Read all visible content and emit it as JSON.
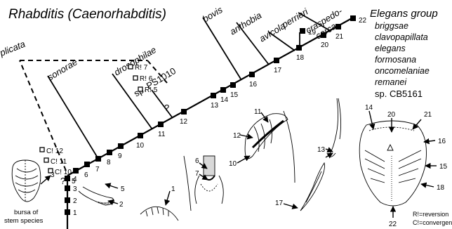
{
  "title": "Rhabditis (Caenorhabditis)",
  "elegans_group": {
    "label": "Elegans group",
    "species": [
      "briggsae",
      "clavopapillata",
      "elegans",
      "formosana",
      "oncomelaniae",
      "remanei"
    ],
    "extra": "sp. CB5161"
  },
  "taxa": {
    "plicata": "plicata",
    "sonorae": "sonorae",
    "drosophilae": "drosophilae",
    "sp_ps1010": "sp. PS1010",
    "bovis": "bovis",
    "anthobia": "anthobia",
    "avicola": "avicola",
    "perrieri": "perrieri",
    "craspedocerca_1": "craspedo-",
    "craspedocerca_2": "cerca"
  },
  "stem_chars": [
    "1",
    "2",
    "3",
    "4",
    "5",
    "6",
    "7",
    "8",
    "9",
    "10",
    "11",
    "12",
    "13",
    "14",
    "15",
    "16",
    "17",
    "18",
    "19",
    "20",
    "21",
    "22"
  ],
  "reversions": [
    "R! 7",
    "R! 6",
    "R! 5"
  ],
  "convergences": [
    "C! 12",
    "C! 11",
    "C! 10"
  ],
  "unknown_marks": [
    "?",
    "?"
  ],
  "figure_numbers": [
    "1",
    "2",
    "3",
    "5",
    "6",
    "7",
    "10",
    "11",
    "12",
    "13",
    "14",
    "17",
    "20",
    "21",
    "16",
    "15",
    "18",
    "22"
  ],
  "caption": {
    "line1": "bursa of",
    "line2": "stem species"
  },
  "legend": {
    "reversion": "R!=reversion",
    "convergence": "C!=convergence"
  }
}
